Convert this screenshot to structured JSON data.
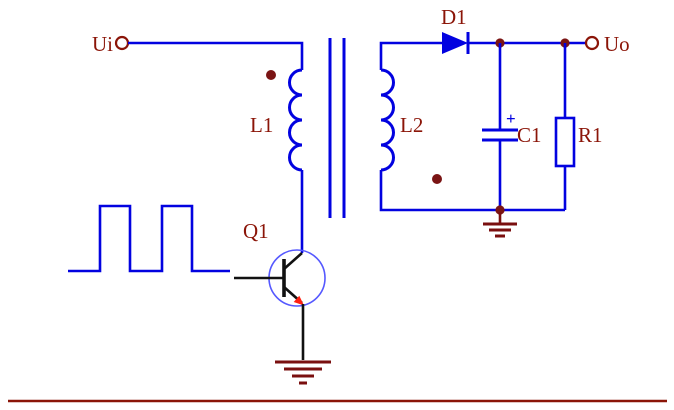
{
  "schematic": {
    "description": "Flyback converter circuit schematic",
    "components": {
      "input_terminal": {
        "label": "Ui"
      },
      "output_terminal": {
        "label": "Uo"
      },
      "primary_inductor": {
        "label": "L1"
      },
      "secondary_inductor": {
        "label": "L2"
      },
      "diode": {
        "label": "D1"
      },
      "capacitor": {
        "label": "C1",
        "polarity_mark": "+"
      },
      "resistor": {
        "label": "R1"
      },
      "transistor": {
        "label": "Q1"
      }
    },
    "colors": {
      "background": "#ffffff",
      "wire_blue": "#0202e0",
      "label_red": "#8b1508",
      "junction_red": "#7a1414",
      "device_black": "#111111",
      "transistor_circle_blue": "#5558ff",
      "emitter_arrow_red": "#ff2012",
      "ground_red": "#7a0f0f"
    }
  }
}
